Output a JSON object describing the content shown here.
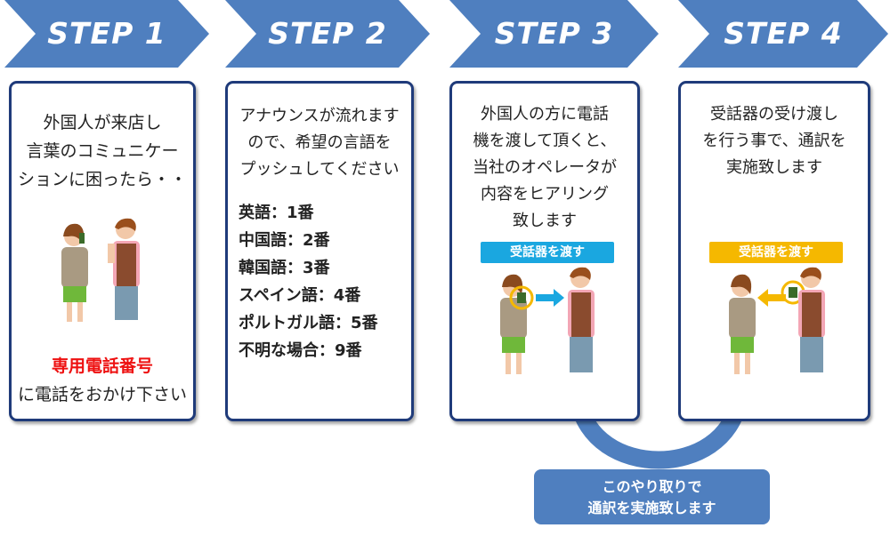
{
  "colors": {
    "chevron": "#4f7fbf",
    "card_border": "#1f3b7a",
    "red": "#ee1111",
    "tag_cyan": "#1aa7e0",
    "tag_yellow": "#f5b800"
  },
  "steps": [
    {
      "label": "STEP 1",
      "lines": [
        "外国人が来店し",
        "言葉のコミュニケー",
        "ションに困ったら・・"
      ],
      "highlight": "専用電話番号",
      "footer": "に電話をおかけ下さい"
    },
    {
      "label": "STEP 2",
      "lines": [
        "アナウンスが流れます",
        "ので、希望の言語を",
        "プッシュしてください"
      ],
      "languages": [
        "英語：1番",
        "中国語：2番",
        "韓国語：3番",
        "スペイン語：4番",
        "ポルトガル語：5番",
        "不明な場合：9番"
      ]
    },
    {
      "label": "STEP 3",
      "lines": [
        "外国人の方に電話",
        "機を渡して頂くと、",
        "当社のオペレータが",
        "内容をヒアリング",
        "致します"
      ],
      "tag": "受話器を渡す"
    },
    {
      "label": "STEP 4",
      "lines": [
        "受話器の受け渡し",
        "を行う事で、通訳を",
        "実施致します"
      ],
      "tag": "受話器を渡す"
    }
  ],
  "loop_note": [
    "このやり取りで",
    "通訳を実施致します"
  ],
  "icons": [
    "person-woman-icon",
    "person-man-icon",
    "phone-icon",
    "arrow-right-icon",
    "arrow-left-icon",
    "curved-double-arrow-icon"
  ]
}
